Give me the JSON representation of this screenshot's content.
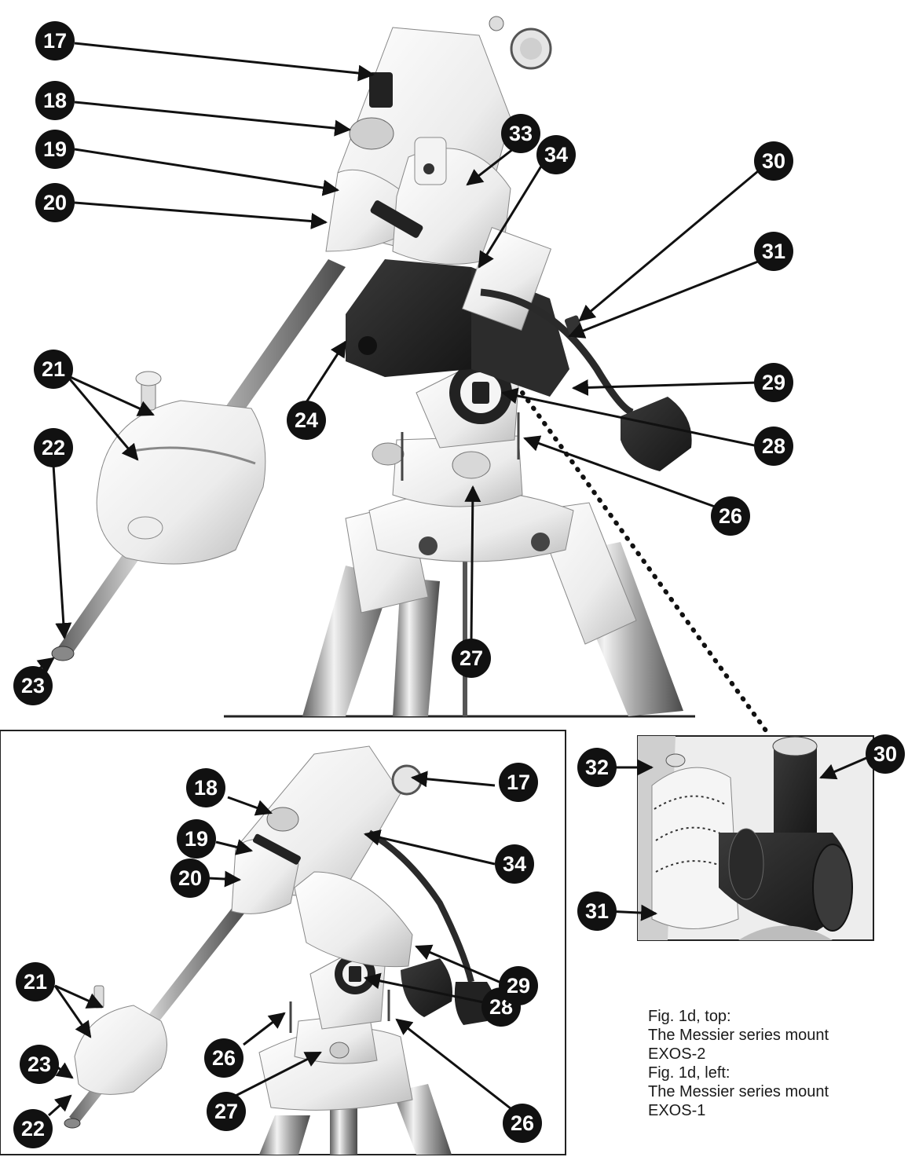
{
  "figure": {
    "caption": [
      "Fig. 1d, top:",
      "The Messier series mount",
      "EXOS-2",
      "Fig. 1d, left:",
      "The Messier series mount",
      "EXOS-1"
    ]
  },
  "callouts": {
    "top": [
      "17",
      "18",
      "19",
      "20",
      "21",
      "22",
      "23",
      "24",
      "26",
      "27",
      "28",
      "29",
      "30",
      "31",
      "33",
      "34"
    ],
    "bottom_left": [
      "17",
      "18",
      "19",
      "20",
      "21",
      "22",
      "23",
      "26",
      "26",
      "27",
      "28",
      "29",
      "34"
    ],
    "inset": [
      "30",
      "31",
      "32"
    ]
  },
  "colors": {
    "badge": "#111111",
    "mount_white": "#eeeeee",
    "motor_dark": "#2b2b2b",
    "steel": "#9a9a9a",
    "leader": "#111111"
  }
}
